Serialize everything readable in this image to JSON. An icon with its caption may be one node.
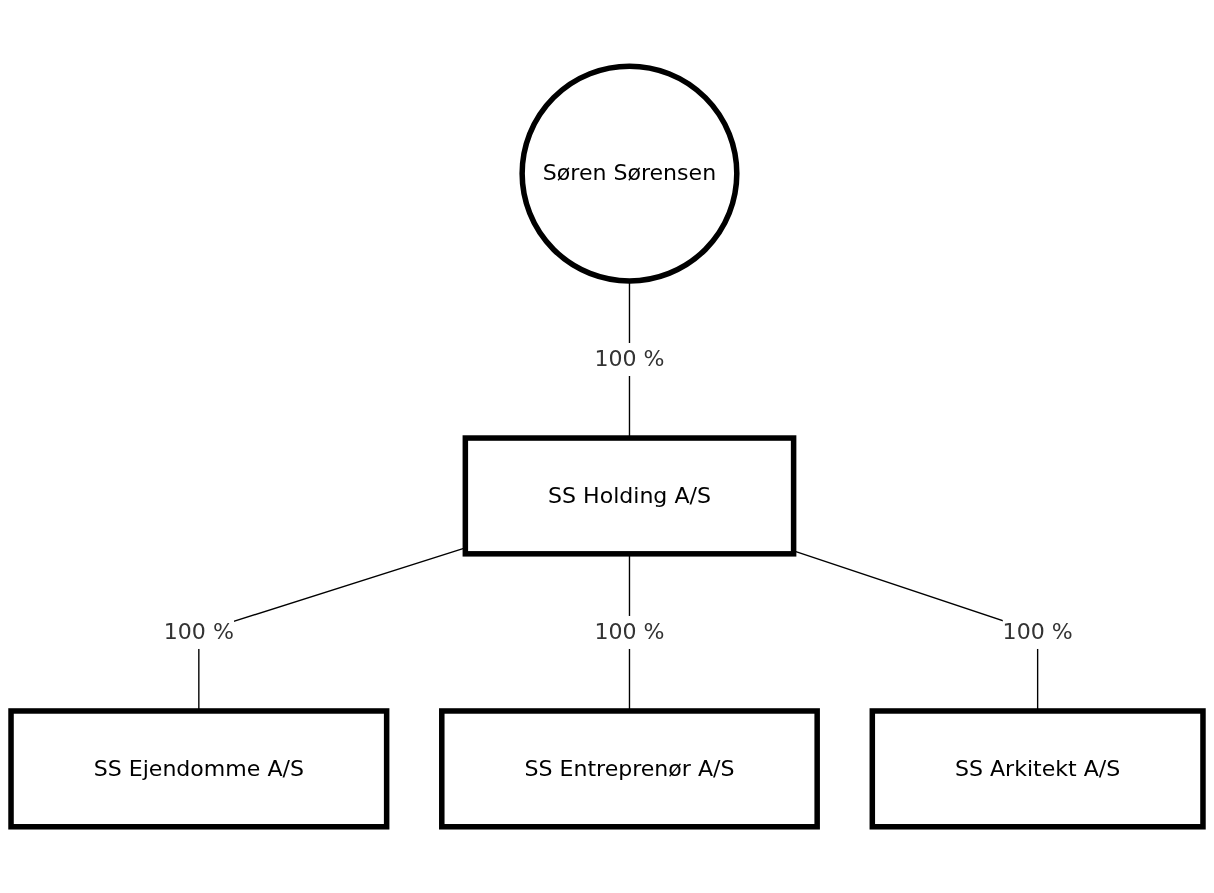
{
  "diagram": {
    "nodes": [
      {
        "text": [
          "Søren Sørensen"
        ]
      },
      {
        "text": [
          "SS Holding A/S"
        ]
      },
      {
        "text": [
          "SS Ejendomme A/S"
        ]
      },
      {
        "text": [
          "SS Entreprenør A/S"
        ]
      },
      {
        "text": [
          "SS Arkitekt A/S"
        ]
      }
    ],
    "edges": [
      {
        "from": 0,
        "to": 1,
        "arrow": "none",
        "label": "100 %"
      },
      {
        "from": 1,
        "to": 2,
        "arrow": "none",
        "label": "100 %"
      },
      {
        "from": 1,
        "to": 3,
        "arrow": "none",
        "label": "100 %"
      },
      {
        "from": 1,
        "to": 4,
        "arrow": "none",
        "label": "100 %"
      }
    ]
  }
}
